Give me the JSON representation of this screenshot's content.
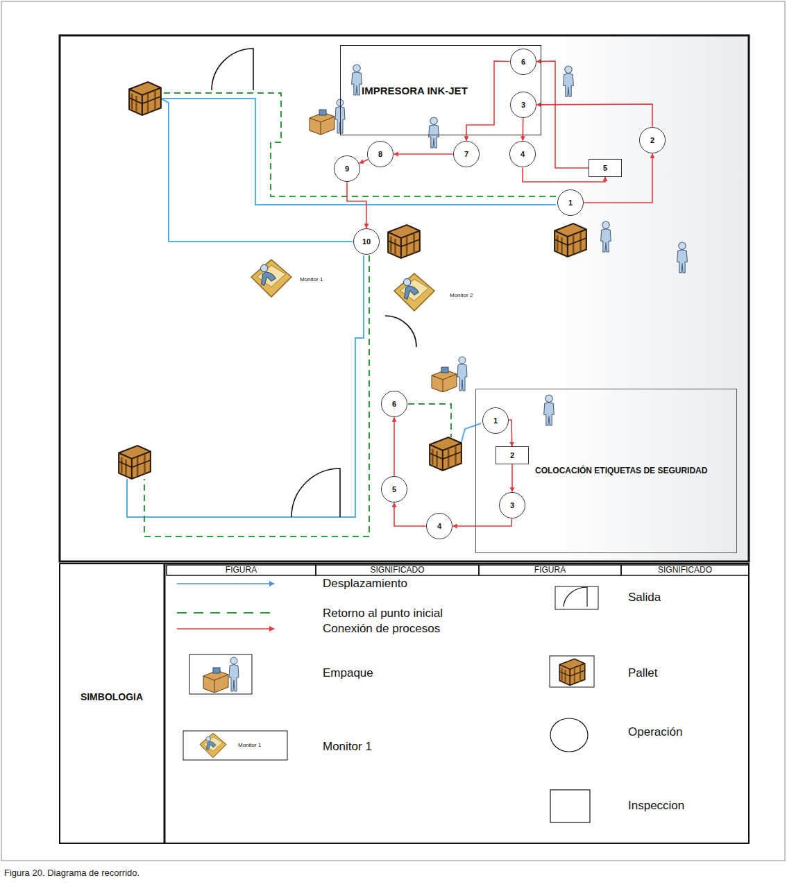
{
  "diagram": {
    "caption": "Figura 20. Diagrama de recorrido.",
    "nodes": [
      {
        "text": [
          "IMPRESORA INK-JET"
        ]
      },
      {
        "text": [
          "6"
        ],
        "in": 0
      },
      {
        "text": [
          "3"
        ],
        "in": 0
      },
      {
        "text": [
          "2"
        ]
      },
      {
        "text": [
          "9"
        ]
      },
      {
        "text": [
          "8"
        ]
      },
      {
        "text": [
          "7"
        ]
      },
      {
        "text": [
          "4"
        ]
      },
      {
        "text": [
          "5"
        ]
      },
      {
        "text": [
          "1"
        ]
      },
      {
        "text": [
          "10"
        ]
      },
      {
        "text": [
          "COLOCACIÓN ETIQUETAS DE SEGURIDAD"
        ]
      },
      {
        "text": [
          "1"
        ],
        "in": 11
      },
      {
        "text": [
          "2"
        ],
        "in": 11
      },
      {
        "text": [
          "3"
        ],
        "in": 11
      },
      {
        "text": [
          "6"
        ]
      },
      {
        "text": [
          "5"
        ]
      },
      {
        "text": [
          "4"
        ]
      }
    ],
    "edges": [
      {
        "from": 9,
        "to": 3,
        "arrow": "to"
      },
      {
        "from": 3,
        "to": 2,
        "arrow": "to"
      },
      {
        "from": 2,
        "to": 7,
        "arrow": "to"
      },
      {
        "from": 7,
        "to": 8,
        "arrow": "to"
      },
      {
        "from": 8,
        "to": 1,
        "arrow": "to"
      },
      {
        "from": 1,
        "to": 6,
        "arrow": "to"
      },
      {
        "from": 6,
        "to": 5,
        "arrow": "to"
      },
      {
        "from": 5,
        "to": 4,
        "arrow": "to"
      },
      {
        "from": 4,
        "to": 10,
        "arrow": "to"
      },
      {
        "from": 12,
        "to": 13,
        "arrow": "to"
      },
      {
        "from": 13,
        "to": 14,
        "arrow": "to"
      },
      {
        "from": 14,
        "to": 17,
        "arrow": "to"
      },
      {
        "from": 17,
        "to": 16,
        "arrow": "to"
      },
      {
        "from": 16,
        "to": 15,
        "arrow": "to"
      }
    ],
    "labels": [
      "Monitor 1",
      "Monitor 2",
      "SIMBOLOGIA",
      "FIGURA",
      "SIGNIFICADO",
      "FIGURA",
      "SIGNIFICADO",
      "Monitor 1"
    ],
    "legend": [
      {
        "text": "Desplazamiento"
      },
      {
        "text": "Retorno al punto inicial"
      },
      {
        "text": "Conexión de procesos"
      },
      {
        "text": "Empaque"
      },
      {
        "text": "Monitor 1"
      },
      {
        "text": "Salida"
      },
      {
        "text": "Pallet"
      },
      {
        "text": "Operación"
      },
      {
        "text": "Inspeccion"
      }
    ]
  }
}
